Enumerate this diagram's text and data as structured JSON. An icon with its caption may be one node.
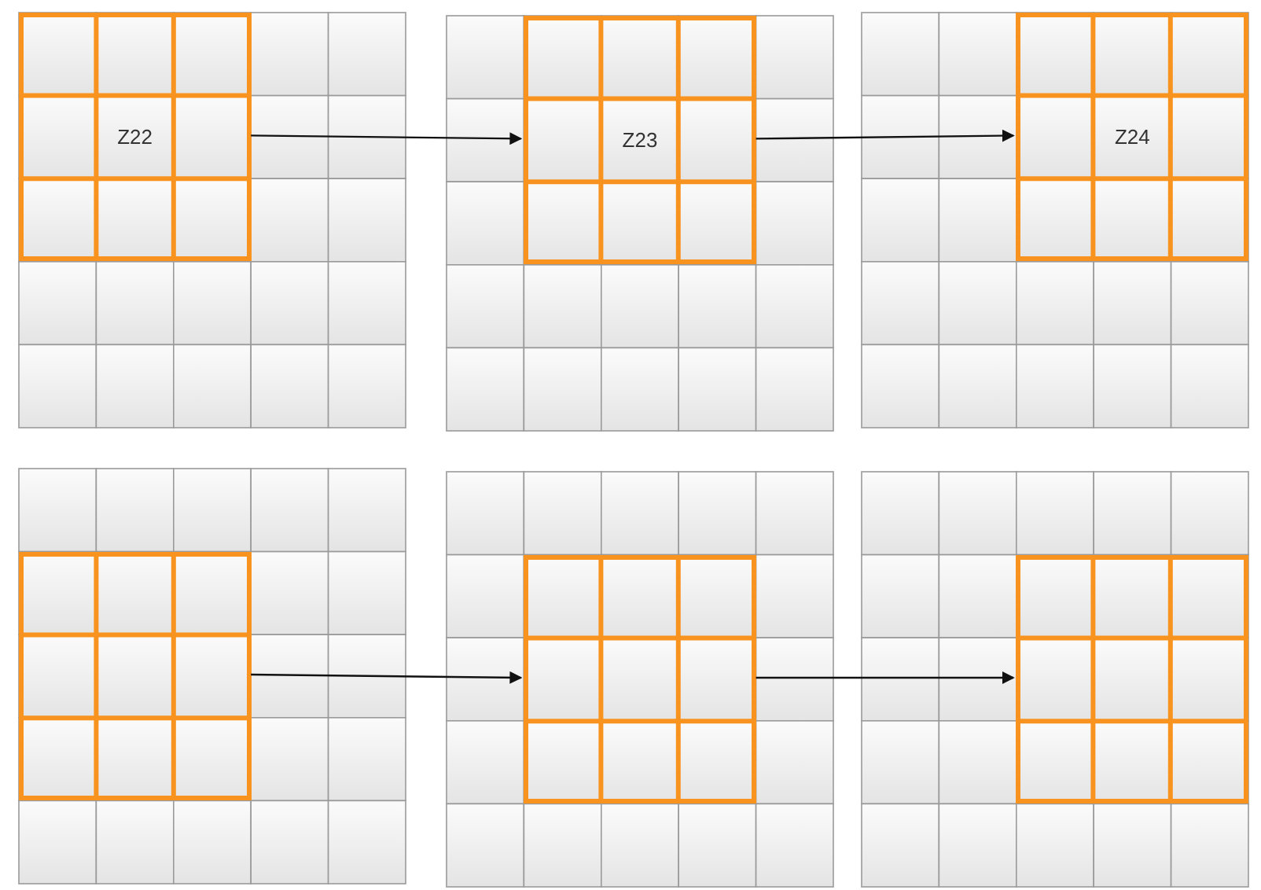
{
  "diagram": {
    "nodes": [
      {
        "text": [
          "Z22"
        ]
      },
      {
        "text": [
          "Z23"
        ]
      },
      {
        "text": [
          "Z24"
        ]
      },
      {
        "text": [],
        "shape": "box"
      },
      {
        "text": [],
        "shape": "box"
      },
      {
        "text": [],
        "shape": "box"
      }
    ],
    "edges": [
      {
        "from": 0,
        "to": 1,
        "arrow": "to"
      },
      {
        "from": 1,
        "to": 2,
        "arrow": "to"
      },
      {
        "from": 3,
        "to": 4,
        "arrow": "to"
      },
      {
        "from": 4,
        "to": 5,
        "arrow": "to"
      }
    ]
  }
}
